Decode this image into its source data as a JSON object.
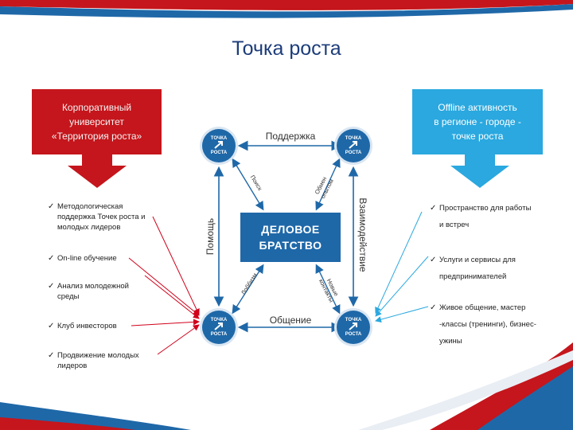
{
  "title": "Точка роста",
  "left_box": {
    "lines": [
      "Корпоративный",
      "университет",
      "«Территория роста»"
    ]
  },
  "right_box": {
    "lines": [
      "Offline активность",
      "в регионе - городе -",
      "точке роста"
    ]
  },
  "center": {
    "lines": [
      "ДЕЛОВОЕ",
      "БРАТСТВО"
    ]
  },
  "node_label": {
    "top": "ТОЧКА",
    "bottom": "РОСТА"
  },
  "edges": {
    "top": "Поддержка",
    "bottom": "Общение",
    "left": "Помощь",
    "right": "Взаимодействие",
    "diag_tl": "Поиск",
    "diag_tr": "Обмен опытом",
    "diag_bl": "Лоббизм",
    "diag_br": "Новые контакты"
  },
  "left_list": [
    "Методологическая поддержка Точек роста и молодых лидеров",
    "On-line обучение",
    "Анализ молодежной среды",
    "Клуб инвесторов",
    "Продвижение молодых лидеров"
  ],
  "right_list": [
    "Пространство для работы и встреч",
    "Услуги и сервисы для предпринимателей",
    "Живое общение, мастер -классы (тренинги), бизнес-ужины"
  ],
  "colors": {
    "red": "#c4161c",
    "blue": "#2aa8df",
    "navy": "#1f68a8"
  }
}
